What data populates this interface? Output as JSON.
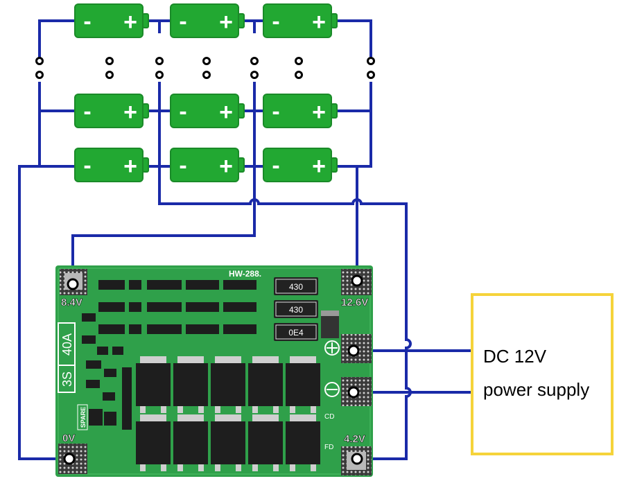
{
  "battery": {
    "minus": "-",
    "plus": "+"
  },
  "board": {
    "model": "HW-288.",
    "spec_cells": "3S",
    "spec_current": "40A",
    "spare": "SPARE",
    "res1": "430",
    "res2": "430",
    "res3": "0E4",
    "cd": "CD",
    "fd": "FD",
    "plus_symbol": "+",
    "minus_symbol": "-"
  },
  "pads": {
    "p84": "8.4V",
    "p126": "12.6V",
    "p42": "4.2V",
    "p0": "0V"
  },
  "psu": {
    "line1": "DC 12V",
    "line2": "power supply"
  },
  "colors": {
    "battery": "#22a832",
    "battery_dark": "#1a8a28",
    "wire": "#1a2aa8",
    "pcb": "#2fa04a",
    "psu_border": "#f5d33a"
  }
}
